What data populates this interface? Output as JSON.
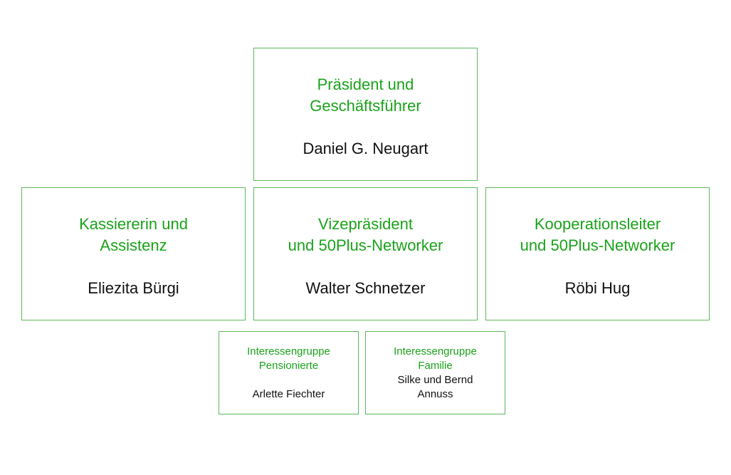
{
  "org_chart": {
    "president": {
      "role": "Präsident und\nGeschäftsführer",
      "person": "Daniel G. Neugart"
    },
    "treasurer": {
      "role": "Kassiererin und\nAssistenz",
      "person": "Eliezita Bürgi"
    },
    "vice_president": {
      "role": "Vizepräsident\nund 50Plus-Networker",
      "person": "Walter Schnetzer"
    },
    "cooperation_lead": {
      "role": "Kooperationsleiter\nund 50Plus-Networker",
      "person": "Röbi Hug"
    },
    "group_pensioners": {
      "role": "Interessengruppe\nPensionierte",
      "person": "Arlette Fiechter"
    },
    "group_family": {
      "role": "Interessengruppe\nFamilie",
      "person": "Silke und Bernd\nAnnuss"
    }
  },
  "colors": {
    "role_text": "#1aa31a",
    "box_border": "#5cb85c",
    "person_text": "#111111"
  }
}
